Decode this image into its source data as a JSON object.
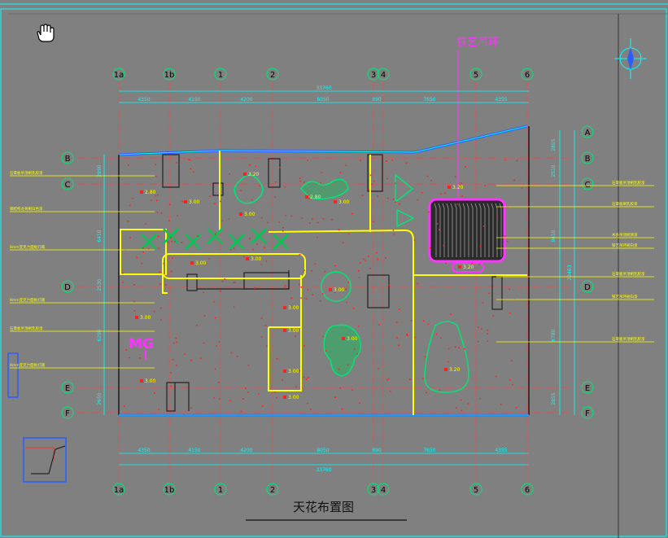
{
  "drawing": {
    "title": "天花布置图",
    "annotation_main": "铁艺吊环",
    "logo_text": "MG",
    "colors": {
      "background": "#808080",
      "axis": "#00e676",
      "dimension": "#00ffff",
      "label": "#ffff00",
      "magenta": "#ff33ff",
      "wall_blue": "#2a5cff",
      "red_dot": "#ff2020",
      "grid_line": "#ff4040"
    }
  },
  "column_axes": [
    "1a",
    "1b",
    "1",
    "2",
    "3",
    "4",
    "5",
    "6"
  ],
  "row_axes_left": [
    "B",
    "C",
    "D",
    "E",
    "F"
  ],
  "row_axes_right": [
    "A",
    "B",
    "C",
    "D",
    "E",
    "F"
  ],
  "dims_top": [
    "4350",
    "4150",
    "4200",
    "8050",
    "890",
    "7650",
    "4355"
  ],
  "dim_total": "33760",
  "dims_bottom": [
    "4350",
    "4150",
    "4200",
    "8050",
    "890",
    "7650",
    "4355"
  ],
  "dims_left": [
    "2890",
    "6410",
    "2530",
    "6290",
    "2650"
  ],
  "dims_right": [
    "2805",
    "2510",
    "9410",
    "23463",
    "6780",
    "2855"
  ],
  "heights": [
    "3.20",
    "2.80",
    "3.00",
    "2.80",
    "3.00",
    "3.00",
    "3.00",
    "3.00",
    "3.00",
    "3.20",
    "3.00",
    "3.00",
    "3.00",
    "3.00",
    "3.00",
    "3.00",
    "3.20",
    "3.20",
    "3.00"
  ],
  "notes_left": [
    "石膏板吊顶刷乳胶漆",
    "钢结构龙骨刷白色漆",
    "8mm亚克力面板灯箱",
    "8mm亚克力面板灯箱",
    "石膏板吊顶刷乳胶漆",
    "8mm亚克力面板灯箱"
  ],
  "notes_right": [
    "石膏板吊顶刷乳胶漆",
    "石膏板刷乳胶漆",
    "木条吊顶刷清漆",
    "铁艺吊环刷白漆",
    "石膏板吊顶刷乳胶漆",
    "铁艺吊环刷白漆",
    "石膏板吊顶刷乳胶漆"
  ]
}
